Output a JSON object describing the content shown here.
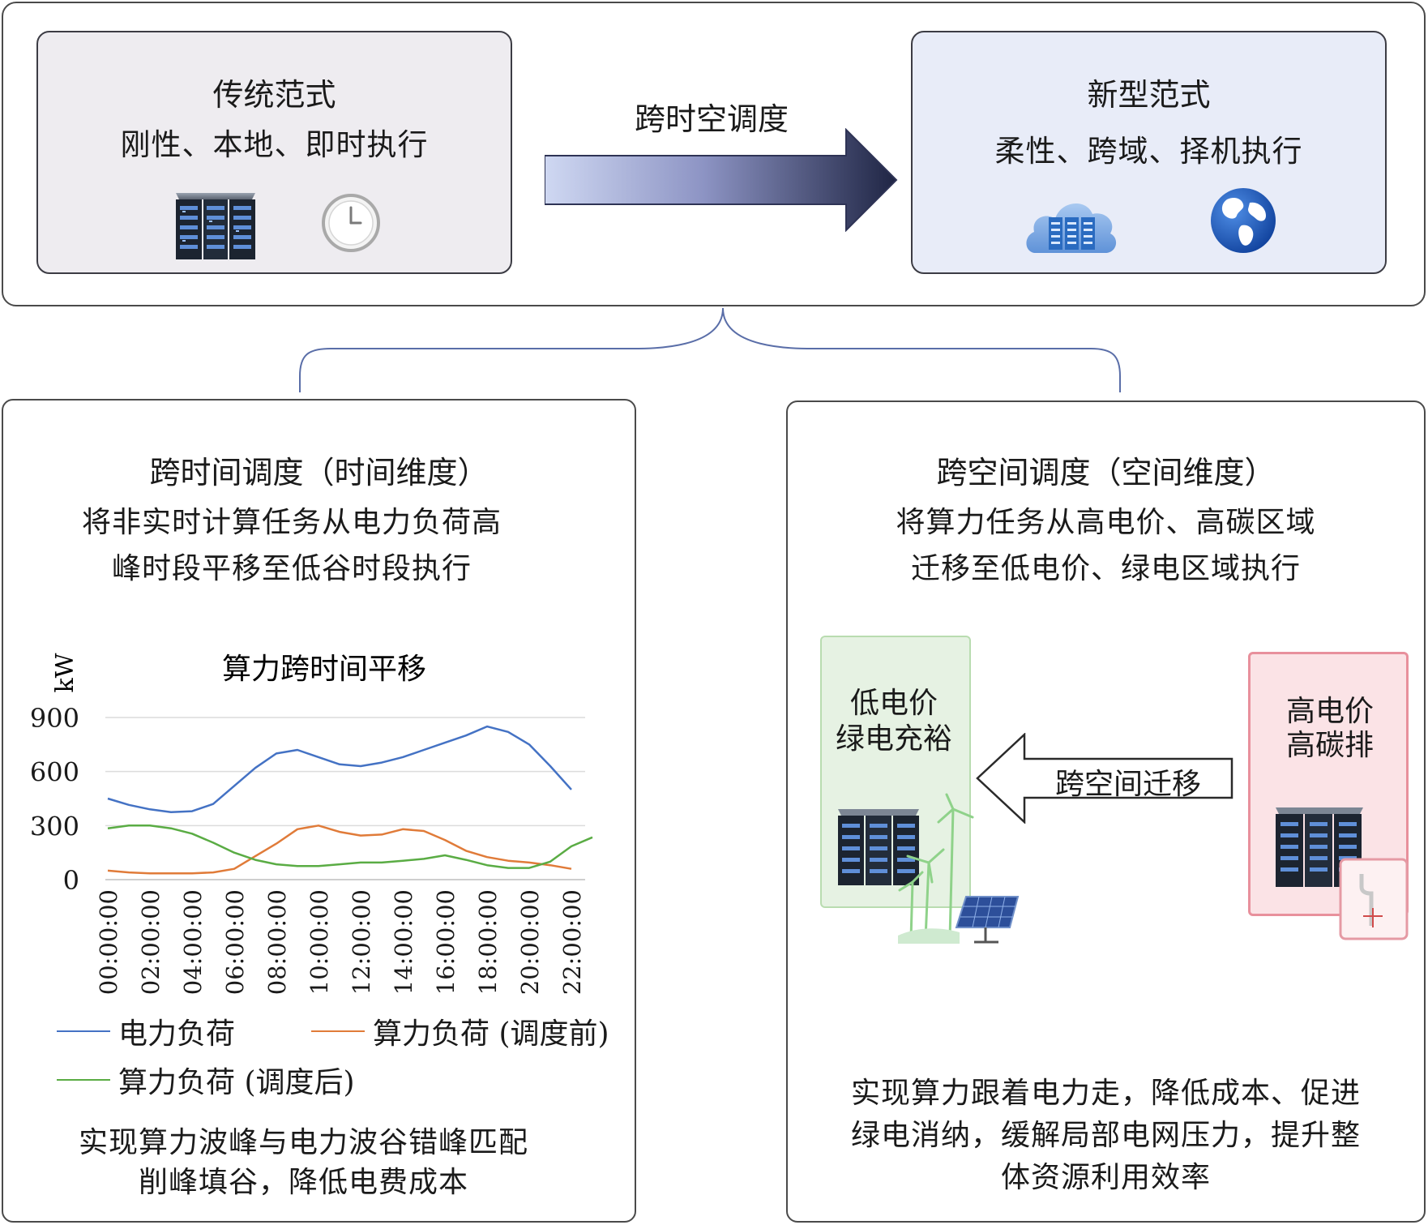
{
  "top": {
    "traditional": {
      "title": "传统范式",
      "subtitle": "刚性、本地、即时执行",
      "icons": [
        "server-rack-icon",
        "clock-icon"
      ]
    },
    "arrow_label": "跨时空调度",
    "new": {
      "title": "新型范式",
      "subtitle": "柔性、跨域、择机执行",
      "icons": [
        "cloud-server-icon",
        "globe-icon"
      ]
    }
  },
  "left": {
    "title": "跨时间调度（时间维度）",
    "desc_line1": "将非实时计算任务从电力负荷高",
    "desc_line2": "峰时段平移至低谷时段执行",
    "summary_line1": "实现算力波峰与电力波谷错峰匹配",
    "summary_line2": "削峰填谷，降低电费成本"
  },
  "right": {
    "title": "跨空间调度（空间维度）",
    "desc_line1": "将算力任务从高电价、高碳区域",
    "desc_line2": "迁移至低电价、绿电区域执行",
    "green_box_line1": "低电价",
    "green_box_line2": "绿电充裕",
    "red_box_line1": "高电价",
    "red_box_line2": "高碳排",
    "arrow_label": "跨空间迁移",
    "summary_line1": "实现算力跟着电力走，降低成本、促进",
    "summary_line2": "绿电消纳，缓解局部电网压力，提升整",
    "summary_line3": "体资源利用效率",
    "green_color": "#e6f2e3",
    "red_color": "#fbe3e6"
  },
  "chart_data": {
    "type": "line",
    "title": "算力跨时间平移",
    "ylabel": "kW",
    "xlabel": "",
    "ylim": [
      0,
      900
    ],
    "yticks": [
      "900",
      "600",
      "300",
      "0"
    ],
    "xtick_labels": [
      "00:00:00",
      "02:00:00",
      "04:00:00",
      "06:00:00",
      "08:00:00",
      "10:00:00",
      "12:00:00",
      "14:00:00",
      "16:00:00",
      "18:00:00",
      "20:00:00",
      "22:00:00"
    ],
    "x_hours": [
      0,
      1,
      2,
      3,
      4,
      5,
      6,
      7,
      8,
      9,
      10,
      11,
      12,
      13,
      14,
      15,
      16,
      17,
      18,
      19,
      20,
      21,
      22
    ],
    "grid": true,
    "legend_position": "bottom",
    "series": [
      {
        "name": "电力负荷",
        "color": "#4472c4",
        "values": [
          450,
          415,
          390,
          375,
          380,
          420,
          520,
          620,
          700,
          720,
          680,
          640,
          630,
          650,
          680,
          720,
          760,
          800,
          850,
          820,
          750,
          630,
          500
        ]
      },
      {
        "name": "算力负荷 (调度前)",
        "color": "#e07b39",
        "values": [
          50,
          40,
          35,
          35,
          35,
          40,
          60,
          130,
          200,
          280,
          300,
          265,
          245,
          250,
          280,
          270,
          220,
          160,
          125,
          105,
          95,
          80,
          60
        ]
      },
      {
        "name": "算力负荷 (调度后)",
        "color": "#5aac44",
        "values": [
          285,
          300,
          300,
          285,
          255,
          205,
          150,
          110,
          85,
          75,
          75,
          85,
          95,
          95,
          105,
          115,
          135,
          110,
          80,
          65,
          65,
          100,
          185,
          235
        ]
      }
    ]
  }
}
